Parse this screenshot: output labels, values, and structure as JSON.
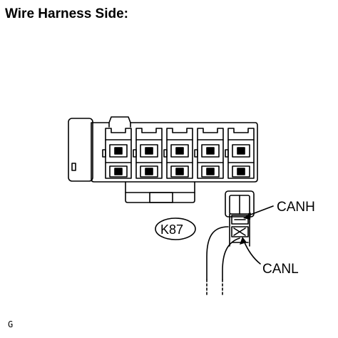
{
  "heading": "Wire Harness Side:",
  "connector": {
    "id": "K87",
    "terminal_labels": {
      "canh": "CANH",
      "canl": "CANL"
    }
  },
  "figure_code": "G"
}
